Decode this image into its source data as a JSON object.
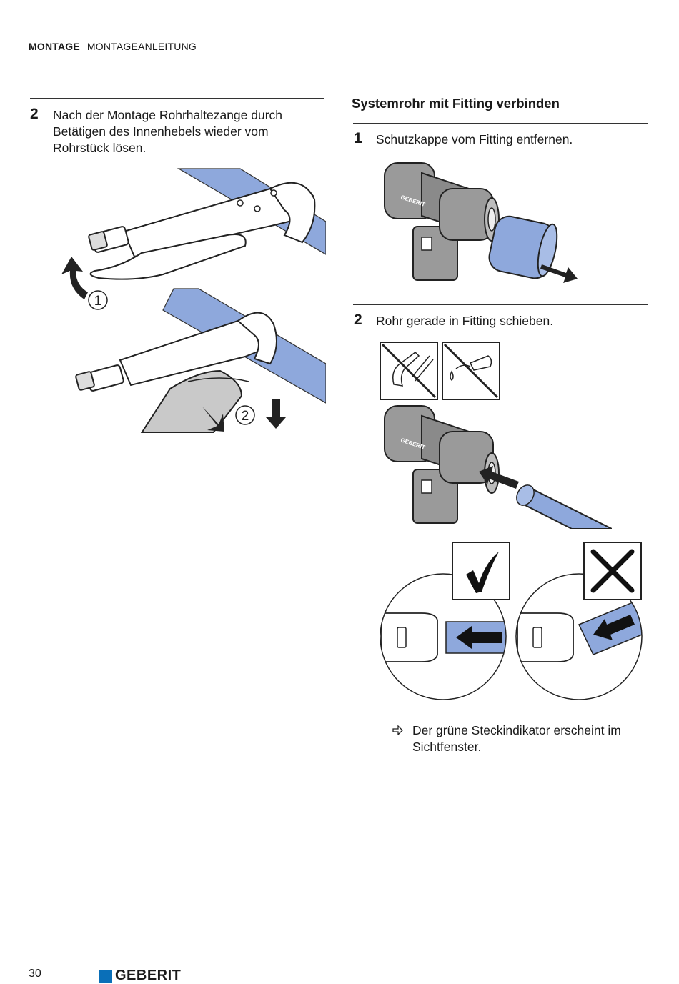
{
  "header": {
    "section": "MONTAGE",
    "subsection": "MONTAGEANLEITUNG"
  },
  "left_step": {
    "number": "2",
    "text_lines": [
      "Nach der Montage Rohrhaltezange durch",
      "Betätigen des Innenhebels wieder vom",
      "Rohrstück lösen."
    ],
    "callout_1": "1",
    "callout_2": "2"
  },
  "right": {
    "heading": "Systemrohr mit Fitting verbinden",
    "step1": {
      "number": "1",
      "text": "Schutzkappe vom Fitting entfernen."
    },
    "step2": {
      "number": "2",
      "text": "Rohr gerade in Fitting schieben."
    },
    "result_lines": [
      "Der grüne Steckindikator erscheint im",
      "Sichtfenster."
    ],
    "brand_mark": "GEBERIT"
  },
  "footer": {
    "page_number": "30",
    "logo_text": "GEBERIT"
  },
  "colors": {
    "pipe_blue": "#8ea8dc",
    "fitting_grey": "#8c8c8c",
    "logo_blue": "#0a6fb8"
  },
  "icons": [
    "result-arrow-icon",
    "checkmark-icon",
    "cross-icon",
    "no-tools-icon",
    "no-grease-icon"
  ]
}
